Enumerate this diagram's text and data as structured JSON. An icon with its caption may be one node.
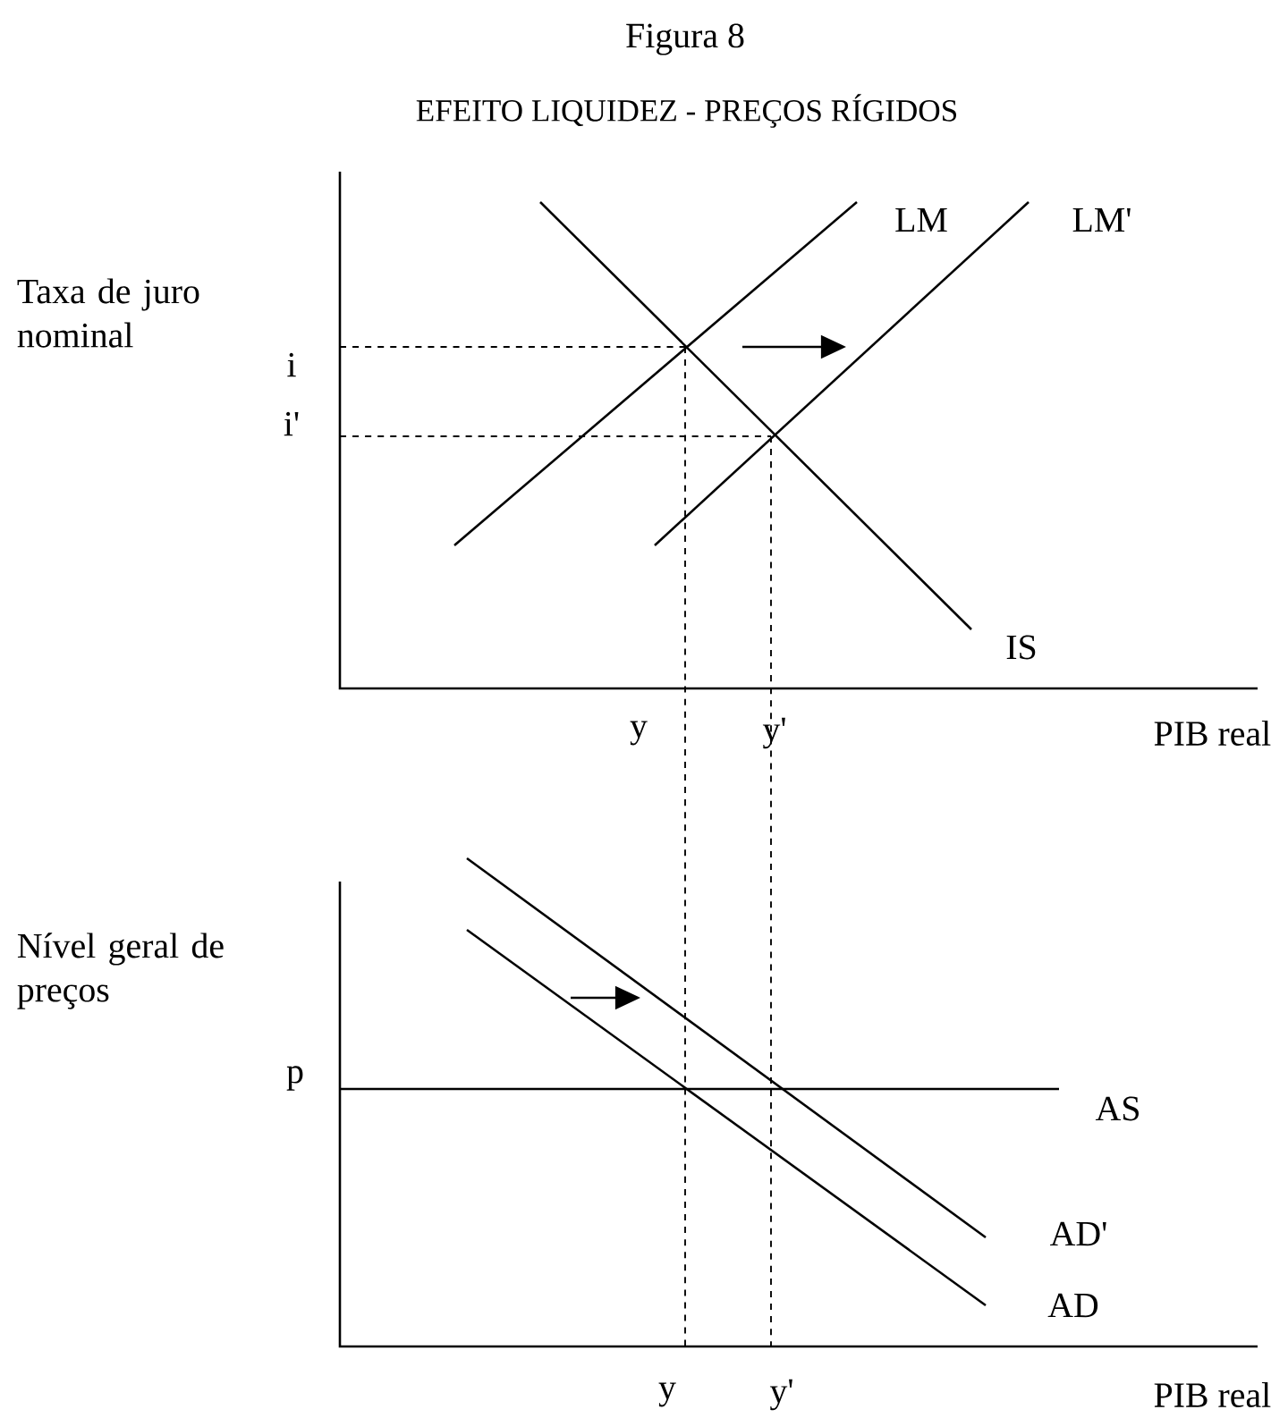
{
  "diagram": {
    "title": "Figura 8",
    "labels": [
      "EFEITO LIQUIDEZ - PREÇOS RÍGIDOS",
      "Taxa de juro nominal",
      "LM",
      "LM'",
      "i",
      "i'",
      "IS",
      "y",
      "y'",
      "PIB real",
      "Nível geral de preços",
      "p",
      "AS",
      "AD'",
      "AD",
      "y",
      "y'",
      "PIB real"
    ]
  }
}
